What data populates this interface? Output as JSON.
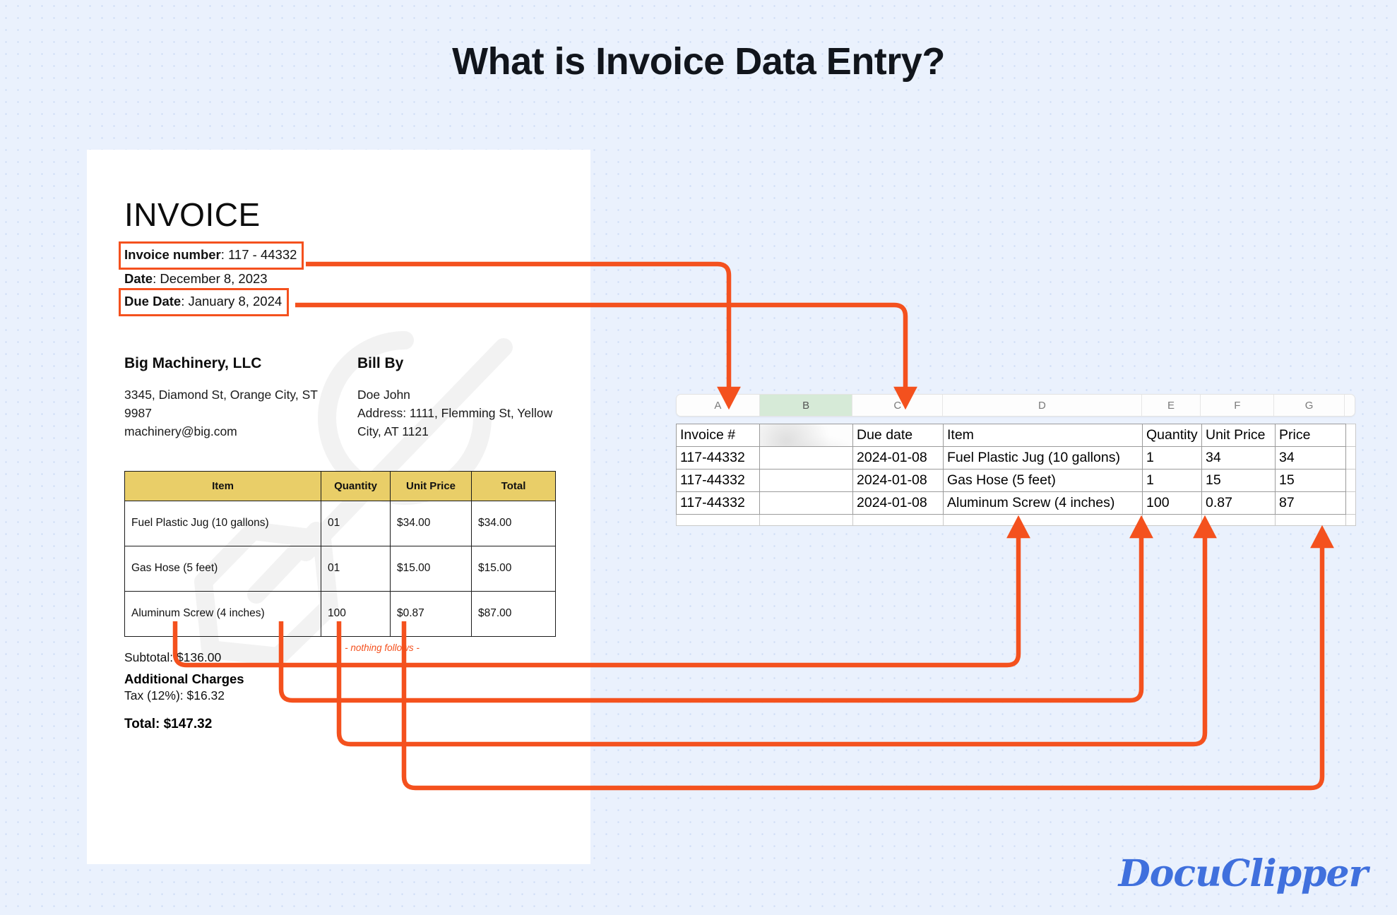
{
  "title": "What is Invoice Data Entry?",
  "colors": {
    "background": "#eaf1fd",
    "accent": "#f4511e",
    "table_header": "#e9ce68",
    "sheet_selected_col": "#d6ead7",
    "logo": "#4070dd"
  },
  "invoice": {
    "heading": "INVOICE",
    "meta": [
      {
        "label": "Invoice number",
        "value": ": 117 - 44332",
        "highlighted": true
      },
      {
        "label": "Date",
        "value": ": December 8, 2023",
        "highlighted": false
      },
      {
        "label": "Due Date",
        "value": ": January 8, 2024",
        "highlighted": true
      }
    ],
    "seller": {
      "name": "Big Machinery, LLC",
      "address_line1": "3345, Diamond St, Orange City, ST",
      "address_line2": "9987",
      "email": "machinery@big.com"
    },
    "bill_by": {
      "heading": "Bill By",
      "name": "Doe John",
      "address_line1": "Address: 1111, Flemming St, Yellow",
      "address_line2": "City, AT 1121"
    },
    "table": {
      "headers": [
        "Item",
        "Quantity",
        "Unit Price",
        "Total"
      ],
      "rows": [
        [
          "Fuel Plastic Jug (10 gallons)",
          "01",
          "$34.00",
          "$34.00"
        ],
        [
          "Gas Hose (5 feet)",
          "01",
          "$15.00",
          "$15.00"
        ],
        [
          "Aluminum Screw (4 inches)",
          "100",
          "$0.87",
          "$87.00"
        ]
      ]
    },
    "nothing_follows": "- nothing follows -",
    "totals": {
      "subtotal": "Subtotal: $136.00",
      "additional_charges_heading": "Additional Charges",
      "tax": "Tax (12%): $16.32",
      "total": "Total: $147.32"
    }
  },
  "spreadsheet": {
    "column_letters": [
      "A",
      "B",
      "C",
      "D",
      "E",
      "F",
      "G"
    ],
    "selected_column": "B",
    "headers": [
      "Invoice #",
      "",
      "Due date",
      "Item",
      "Quantity",
      "Unit Price",
      "Price"
    ],
    "rows": [
      [
        "117-44332",
        "",
        "2024-01-08",
        "Fuel Plastic Jug (10 gallons)",
        "1",
        "34",
        "34"
      ],
      [
        "117-44332",
        "",
        "2024-01-08",
        "Gas Hose (5 feet)",
        "1",
        "15",
        "15"
      ],
      [
        "117-44332",
        "",
        "2024-01-08",
        "Aluminum Screw (4 inches)",
        "100",
        "0.87",
        "87"
      ]
    ]
  },
  "logo": {
    "text": "DocuClipper"
  }
}
